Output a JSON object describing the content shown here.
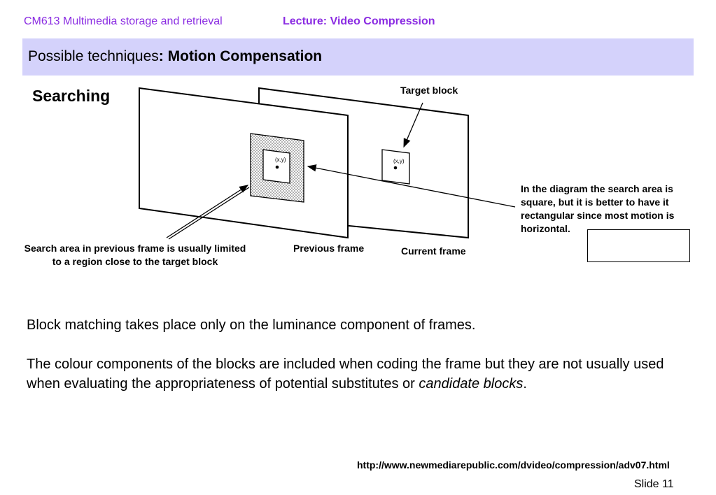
{
  "header": {
    "course": "CM613 Multimedia storage and retrieval",
    "lecture": "Lecture: Video Compression"
  },
  "title": {
    "prefix": "Possible techniques",
    "bold": ": Motion Compensation"
  },
  "diagram": {
    "heading": "Searching",
    "target_label": "Target block",
    "previous_frame_label": "Previous frame",
    "current_frame_label": "Current frame",
    "search_area_label": "Search area in previous frame is usually limited to a region close to the target block",
    "coord_label": "(x,y)",
    "note": "In the diagram the search area is square, but it is better to have it rectangular since most motion is horizontal."
  },
  "body": {
    "paragraph1": "Block matching takes place only on the luminance component of frames.",
    "paragraph2_main": "The colour components of the blocks are included when coding the frame but they are not usually used when evaluating the appropriateness of potential substitutes or ",
    "paragraph2_italic": "candidate blocks",
    "paragraph2_end": "."
  },
  "footer": {
    "url": "http://www.newmediarepublic.com/dvideo/compression/adv07.html",
    "slide": "Slide 11"
  },
  "colors": {
    "header_text": "#8a2be2",
    "title_bar": "#d4d2fb"
  }
}
